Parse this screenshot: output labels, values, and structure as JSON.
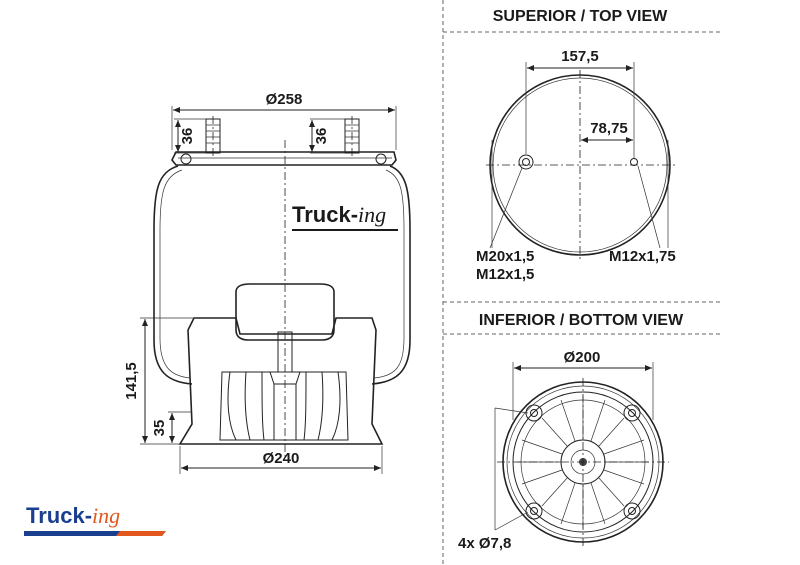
{
  "headers": {
    "top_view": "SUPERIOR / TOP VIEW",
    "bottom_view": "INFERIOR / BOTTOM VIEW"
  },
  "side_view": {
    "dim_top_diameter": "Ø258",
    "dim_stud_left": "36",
    "dim_stud_right": "36",
    "dim_height": "141,5",
    "dim_base_height": "35",
    "dim_bottom_diameter": "Ø240",
    "logo_text_main": "Truck-",
    "logo_text_italic": "ing"
  },
  "top_view": {
    "dim_stud_spacing": "157,5",
    "dim_offset": "78,75",
    "label_port_1": "M20x1,5",
    "label_port_2": "M12x1,5",
    "label_stud": "M12x1,75"
  },
  "bottom_view": {
    "dim_diameter": "Ø200",
    "dim_holes": "4x Ø7,8"
  },
  "brand_logo": {
    "text_main": "Truck-",
    "text_italic": "ing",
    "color_main": "#1b3f8f",
    "color_accent": "#e2571e"
  }
}
